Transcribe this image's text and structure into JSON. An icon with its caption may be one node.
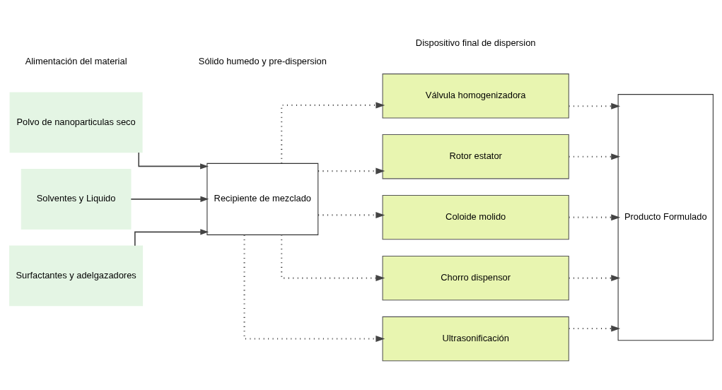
{
  "diagram": {
    "nodes": [
      {
        "text": [
          "Polvo de nanoparticulas seco"
        ]
      },
      {
        "text": [
          "Solventes y Liquido"
        ]
      },
      {
        "text": [
          "Surfactantes y adelgazadores"
        ]
      },
      {
        "text": [
          "Recipiente de mezclado"
        ]
      },
      {
        "text": [
          "Válvula homogenizadora"
        ]
      },
      {
        "text": [
          "Rotor estator"
        ]
      },
      {
        "text": [
          "Coloide molido"
        ]
      },
      {
        "text": [
          "Chorro dispensor"
        ]
      },
      {
        "text": [
          "Ultrasonificación"
        ]
      },
      {
        "text": [
          "Producto Formulado"
        ]
      }
    ],
    "edges": [
      {
        "from": 0,
        "to": 3,
        "arrow": "to"
      },
      {
        "from": 1,
        "to": 3,
        "arrow": "to"
      },
      {
        "from": 2,
        "to": 3,
        "arrow": "to"
      },
      {
        "from": 3,
        "to": 4,
        "arrow": "to",
        "style": "dashed"
      },
      {
        "from": 3,
        "to": 5,
        "arrow": "to",
        "style": "dashed"
      },
      {
        "from": 3,
        "to": 6,
        "arrow": "to",
        "style": "dashed"
      },
      {
        "from": 3,
        "to": 7,
        "arrow": "to",
        "style": "dashed"
      },
      {
        "from": 3,
        "to": 8,
        "arrow": "to",
        "style": "dashed"
      },
      {
        "from": 4,
        "to": 9,
        "arrow": "to",
        "style": "dashed"
      },
      {
        "from": 5,
        "to": 9,
        "arrow": "to",
        "style": "dashed"
      },
      {
        "from": 6,
        "to": 9,
        "arrow": "to",
        "style": "dashed"
      },
      {
        "from": 7,
        "to": 9,
        "arrow": "to",
        "style": "dashed"
      },
      {
        "from": 8,
        "to": 9,
        "arrow": "to",
        "style": "dashed"
      }
    ],
    "labels": [
      "Alimentación del material",
      "Sólido humedo y pre-dispersion",
      "Dispositivo final de dispersion"
    ]
  }
}
